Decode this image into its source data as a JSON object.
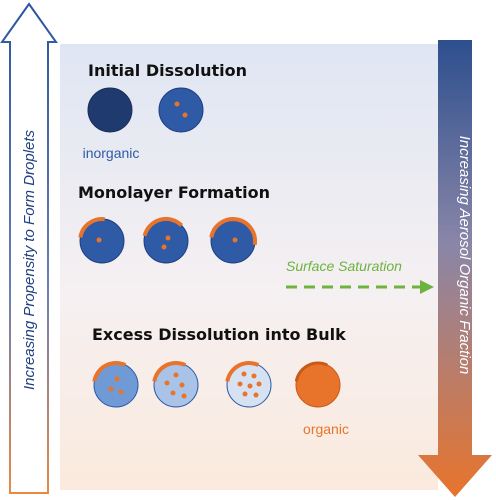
{
  "colors": {
    "inorganic_dark": "#1f3a6e",
    "inorganic": "#2e5aa6",
    "organic": "#e8742c",
    "saturation_arrow": "#6db33f",
    "left_arrow_outline": "#2a55a0",
    "right_arrow_top": "#2d4f8e",
    "right_arrow_bottom": "#e8742c"
  },
  "left_arrow": {
    "label": "Increasing Propensity  to Form Droplets"
  },
  "right_arrow": {
    "label": "Increasing Aerosol Organic Fraction"
  },
  "sections": {
    "initial": {
      "title": "Initial Dissolution",
      "inorganic_label": "inorganic"
    },
    "monolayer": {
      "title": "Monolayer Formation",
      "saturation_label": "Surface Saturation"
    },
    "excess": {
      "title": "Excess Dissolution into Bulk",
      "organic_label": "organic"
    }
  }
}
